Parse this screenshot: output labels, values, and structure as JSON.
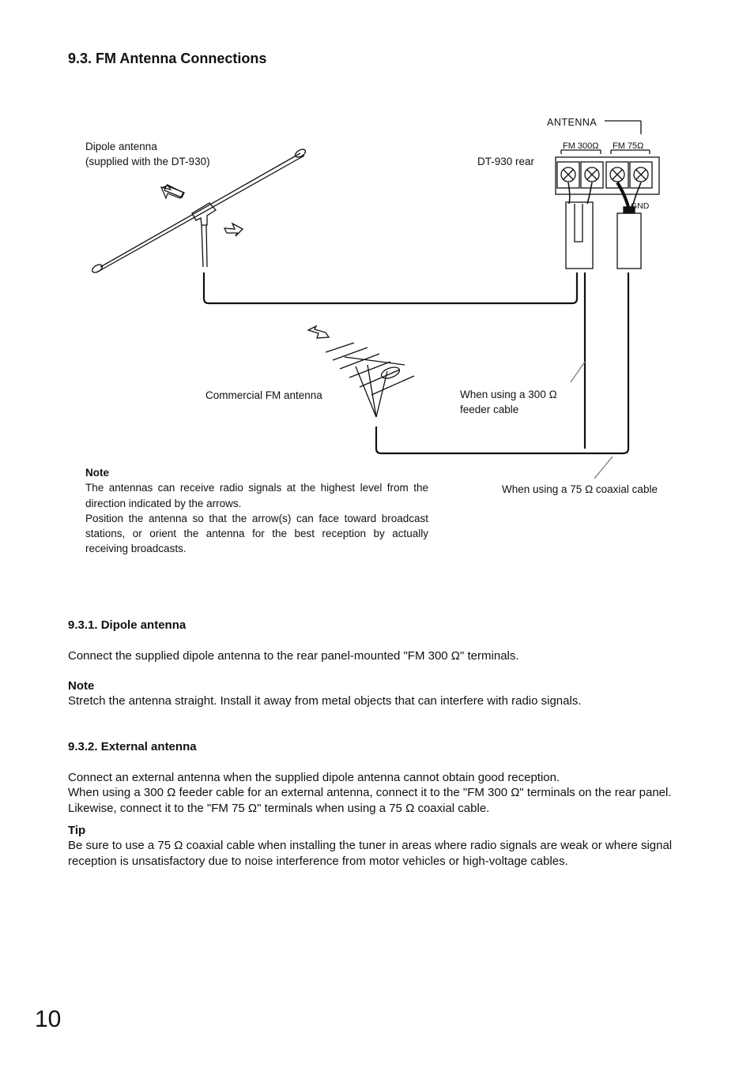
{
  "heading": "9.3. FM Antenna Connections",
  "diagram": {
    "dipole_label_1": "Dipole antenna",
    "dipole_label_2": "(supplied with the DT-930)",
    "rear_label": "DT-930 rear",
    "antenna_label": "ANTENNA",
    "fm300_label": "FM 300Ω",
    "fm75_label": "FM 75Ω",
    "gnd_label": "GND",
    "commercial_label": "Commercial FM antenna",
    "feeder_label_1": "When using a 300 Ω",
    "feeder_label_2": "feeder cable",
    "coax_label": "When using a 75 Ω coaxial cable"
  },
  "diagram_note": {
    "title": "Note",
    "line1": "The antennas can receive radio signals at the highest level from the direction indicated by the arrows.",
    "line2": "Position the antenna so that the arrow(s) can face toward broadcast stations, or orient the antenna for the best reception by actually receiving broadcasts."
  },
  "dipole_section": {
    "heading": "9.3.1. Dipole antenna",
    "body": "Connect the supplied dipole antenna to the rear panel-mounted \"FM 300 Ω\" terminals.",
    "note_title": "Note",
    "note_body": "Stretch the antenna straight. Install it away from metal objects that can interfere with radio signals."
  },
  "external_section": {
    "heading": "9.3.2. External antenna",
    "body1": "Connect an external antenna when the supplied dipole antenna cannot obtain good reception.",
    "body2": "When using a 300 Ω feeder cable for an external antenna, connect it to the \"FM 300 Ω\" terminals on the rear panel. Likewise, connect it to the \"FM 75 Ω\" terminals when using a 75 Ω coaxial cable.",
    "tip_title": "Tip",
    "tip_body": "Be sure to use a 75 Ω coaxial cable when installing the tuner in areas where radio signals are weak or where signal reception is unsatisfactory due to noise interference from motor vehicles or high-voltage cables."
  },
  "page_number": "10"
}
